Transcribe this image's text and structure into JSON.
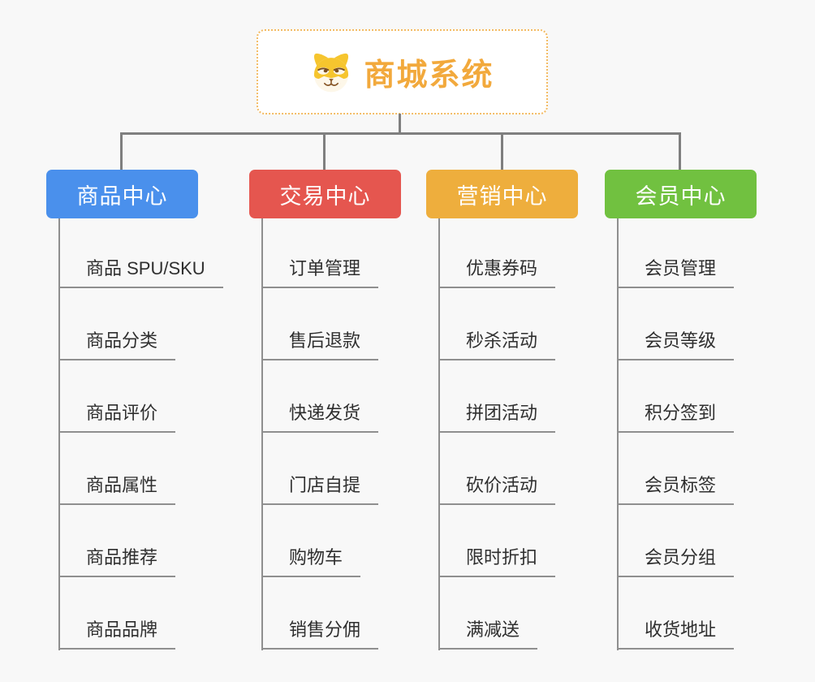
{
  "root": {
    "title": "商城系统",
    "icon": "dog-face-icon",
    "title_color": "#f2a93c",
    "border_color": "#f3bb63"
  },
  "connector_color": "#7f7f7f",
  "underline_color": "#8f8f8f",
  "background_color": "#f8f8f8",
  "branches": [
    {
      "label": "商品中心",
      "color": "#4a90ec",
      "items": [
        "商品 SPU/SKU",
        "商品分类",
        "商品评价",
        "商品属性",
        "商品推荐",
        "商品品牌"
      ]
    },
    {
      "label": "交易中心",
      "color": "#e5564f",
      "items": [
        "订单管理",
        "售后退款",
        "快递发货",
        "门店自提",
        "购物车",
        "销售分佣"
      ]
    },
    {
      "label": "营销中心",
      "color": "#eeae3d",
      "items": [
        "优惠券码",
        "秒杀活动",
        "拼团活动",
        "砍价活动",
        "限时折扣",
        "满减送"
      ]
    },
    {
      "label": "会员中心",
      "color": "#71c140",
      "items": [
        "会员管理",
        "会员等级",
        "积分签到",
        "会员标签",
        "会员分组",
        "收货地址"
      ]
    }
  ]
}
